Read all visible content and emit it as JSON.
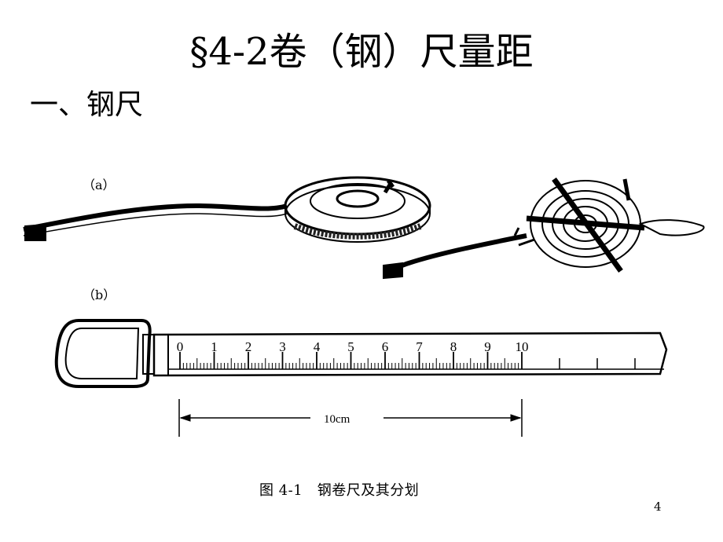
{
  "slide": {
    "title": "§4-2卷（钢）尺量距",
    "heading": "一、钢尺",
    "label_a": "（a）",
    "label_b": "（b）",
    "caption": "图 4-1　钢卷尺及其分划",
    "page_number": "4"
  },
  "ruler": {
    "numbers": [
      "0",
      "1",
      "2",
      "3",
      "4",
      "5",
      "6",
      "7",
      "8",
      "9",
      "10"
    ],
    "span_label": "10cm"
  }
}
